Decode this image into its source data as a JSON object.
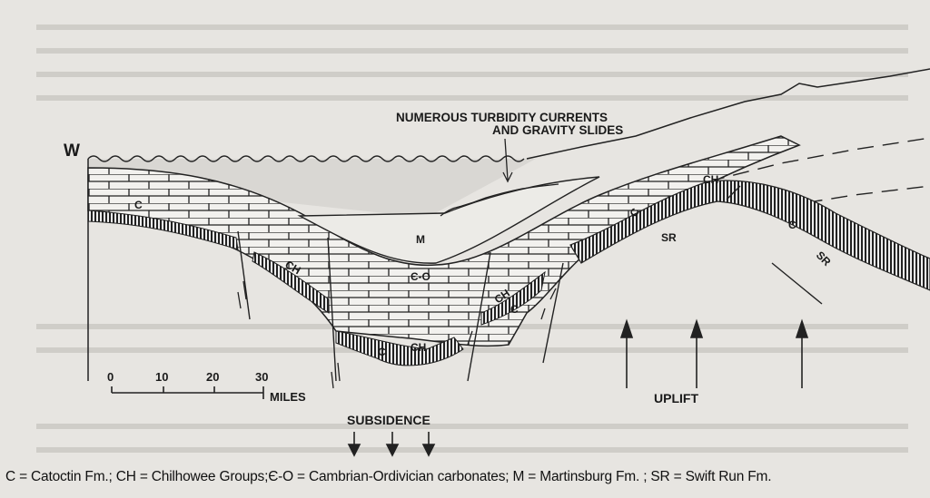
{
  "diagram": {
    "direction_label": "W",
    "annotation_line1": "NUMEROUS TURBIDITY CURRENTS",
    "annotation_line2": "AND GRAVITY SLIDES",
    "units": {
      "catoctin_left": "C",
      "chilhowee_left": "CH",
      "martinsburg": "M",
      "cambro_ordovician": "Є-O",
      "chilhowee_basin": "CH",
      "catoctin_basin": "C",
      "chilhowee_mid": "CH",
      "catoctin_mid": "C",
      "chilhowee_right": "CH",
      "catoctin_right1": "C",
      "swift_run_1": "SR",
      "catoctin_right2": "C",
      "swift_run_2": "SR"
    },
    "scale": {
      "ticks": [
        "0",
        "10",
        "20",
        "30"
      ],
      "unit": "MILES"
    },
    "subsidence_label": "SUBSIDENCE",
    "uplift_label": "UPLIFT"
  },
  "caption": "C = Catoctin Fm.;  CH = Chilhowee Groups;Є-O = Cambrian-Ordivician carbonates; M = Martinsburg Fm. ; SR = Swift Run Fm."
}
